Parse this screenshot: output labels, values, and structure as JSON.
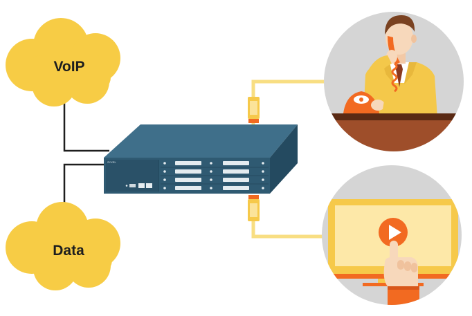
{
  "clouds": {
    "voip": {
      "label": "VoIP"
    },
    "data": {
      "label": "Data"
    }
  },
  "device": {
    "brand": "ZYXEL"
  },
  "palette": {
    "cloud": "#f7cc45",
    "device_top": "#3f6f8a",
    "device_front": "#2f5a72",
    "device_side": "#244a60",
    "circle_bg": "#d5d5d5",
    "cable": "#f8de82",
    "connector": "#f6c94a",
    "accent_orange": "#f26a21",
    "desk": "#9e4e2a",
    "suit": "#f4c84a"
  },
  "icons": [
    "cloud-icon",
    "cloud-icon",
    "network-switch-icon",
    "telephone-user-icon",
    "video-screen-icon",
    "play-icon",
    "pointing-hand-icon"
  ]
}
